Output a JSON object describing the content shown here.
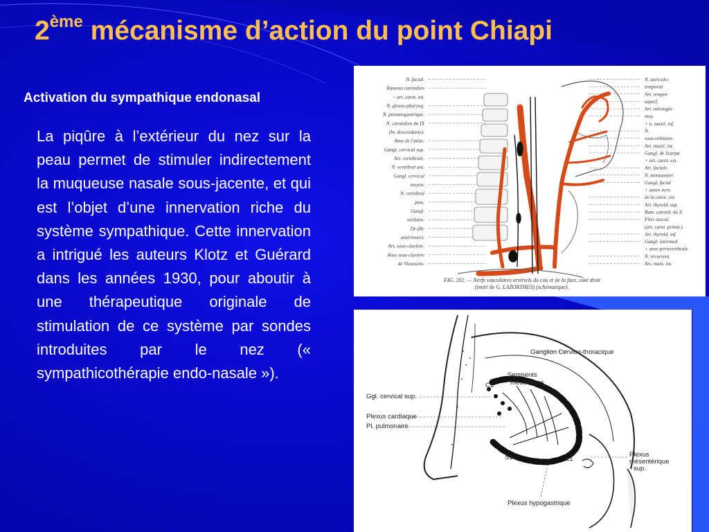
{
  "slide": {
    "title_prefix": "2",
    "title_sup": "ème",
    "title_rest": " mécanisme d’action du point Chiapi",
    "subtitle": "Activation du sympathique endonasal",
    "body": "La piqûre à l’extérieur du nez sur la peau permet de stimuler indirectement la muqueuse nasale sous-jacente, et qui est l’objet d’une innervation riche du système sympathique. Cette innervation a intrigué les auteurs Klotz et Guérard dans les années 1930, pour aboutir à une thérapeutique originale de stimulation de ce système par sondes introduites par le nez (« sympathicothérapie endo-nasale »)."
  },
  "figure_top": {
    "left_labels": [
      "N. facial.",
      "Rameau carotidien",
      "+ art. carot. int.",
      "N. glosso-pharyng.",
      "N. pneumogastrique.",
      "N. carotidien du IX",
      "(br. descendante).",
      "Anse de l'atlas.",
      "Gangl. cervical sup.",
      "Art. vertébrale.",
      "N. vertébral ant.",
      "Gangl. cervical",
      "moyen.",
      "N. vertébral",
      "post.",
      "Gangl.",
      "stellaire.",
      "Dr (Br.",
      "antérieure).",
      "Art. sous-clavière.",
      "Anse sous-clavière",
      "de Vieussens."
    ],
    "right_labels": [
      "N. auriculo-",
      "temporal.",
      "Art. tempor.",
      "superf.",
      "Art. méningée",
      "moy.",
      "+ n. maxil. inf.",
      "N.",
      "sous-orbitaire.",
      "Art. maxil. int.",
      "Gangl. de Scarpa",
      "+ art. carot. ext.",
      "Art. faciale.",
      "N. mentonnier.",
      "Gangl. facial",
      "+ anses nerv.",
      "de la carot. ext.",
      "Art. thyroïd. sup.",
      "Ram. carotid. du X.",
      "Filet vascul.",
      "(art. carot. primit.).",
      "Art. thyroïd. inf.",
      "Gangl. intermed.",
      "+ anse périvertébrale",
      "N. récurrent.",
      "Art. mam. int."
    ],
    "caption_line1": "FIG. 202. — Nerfs vasculaires artériels du cou et de la face, côté droit",
    "caption_line2": "(imité de G. LAZORTHES) (schématique)."
  },
  "figure_bottom": {
    "labels": {
      "ganglion": "Ganglion Cervico-thoracique",
      "segments": "Segments",
      "medullaires": "médullaires",
      "c1": "C1",
      "ggl": "Ggl. cervical sup.",
      "plexus_cardiaque": "Plexus cardiaque",
      "pl_pulmonaire": "Pl. pulmonaire",
      "s1": "S1",
      "l1": "L1",
      "plexus": "Plexus",
      "mesenterique": "mésentérique",
      "sup": "sup.",
      "hypogastrique": "Plexus hypogastrique"
    }
  }
}
